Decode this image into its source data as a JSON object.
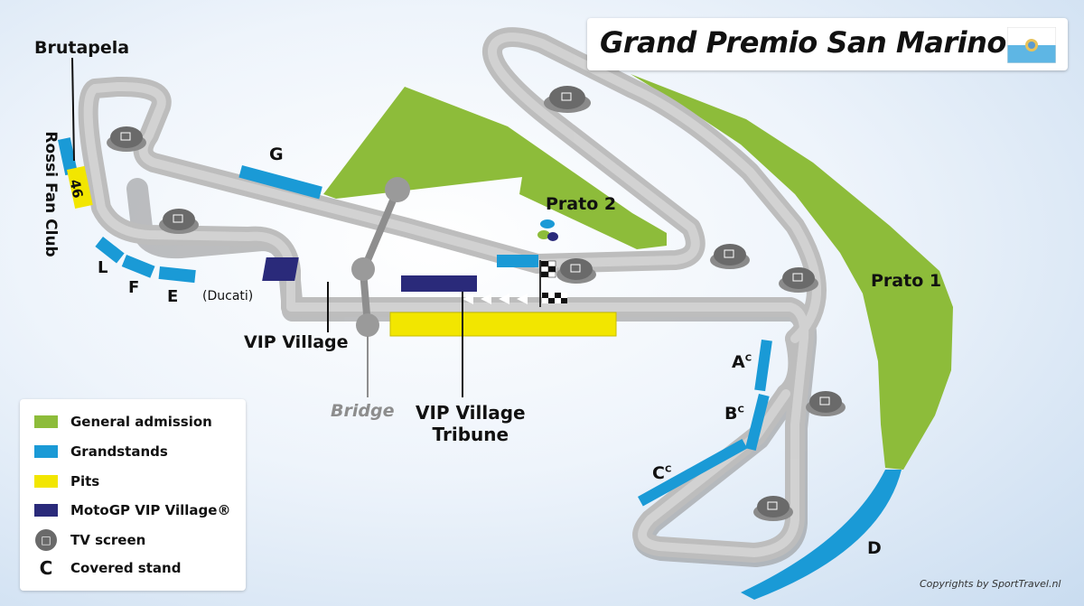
{
  "title": "Grand Premio San Marino",
  "copyright": "Copyrights by SportTravel.nl",
  "colors": {
    "general_admission": "#8dbc3a",
    "grandstands": "#1a9ad6",
    "pits": "#f2e600",
    "vip_village": "#2a2a7a",
    "track": "#bcbcbc",
    "tv_screen": "#6a6a6a"
  },
  "labels": {
    "brutapela": "Brutapela",
    "rossi_fan_club": "Rossi Fan Club",
    "stand_46": "46",
    "g": "G",
    "l": "L",
    "f": "F",
    "e": "E",
    "ducati": "(Ducati)",
    "prato2": "Prato 2",
    "prato1": "Prato 1",
    "vip_village": "VIP Village",
    "bridge": "Bridge",
    "vip_tribune_1": "VIP Village",
    "vip_tribune_2": "Tribune",
    "a": "A",
    "b": "B",
    "c": "C",
    "covered_mark": "C",
    "d": "D"
  },
  "legend": {
    "items": [
      {
        "label": "General admission",
        "icon": "green-swatch"
      },
      {
        "label": "Grandstands",
        "icon": "blue-swatch"
      },
      {
        "label": "Pits",
        "icon": "yellow-swatch"
      },
      {
        "label": "MotoGP VIP Village®",
        "icon": "navy-swatch"
      },
      {
        "label": "TV screen",
        "icon": "tv-screen-icon"
      },
      {
        "label": "Covered stand",
        "icon": "covered-c-letter"
      }
    ],
    "covered_symbol": "C"
  }
}
